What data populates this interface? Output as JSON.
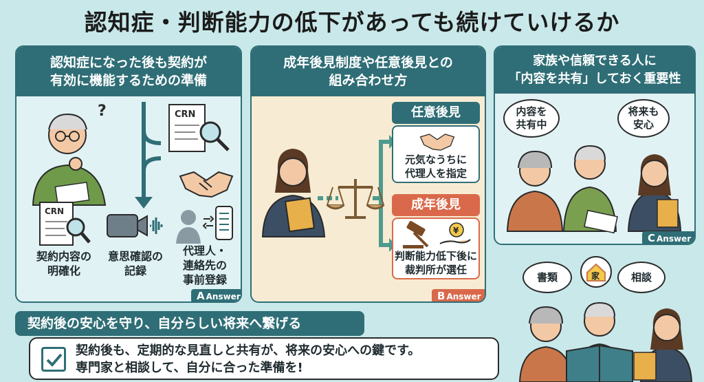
{
  "title": "認知症・判断能力の低下があっても続けていけるか",
  "panel_a": {
    "heading_line1": "認知症になった後も契約が",
    "heading_line2": "有効に機能するための準備",
    "doc_label": "CRN",
    "item1_line1": "契約内容の",
    "item1_line2": "明確化",
    "item2_line1": "意思確認の",
    "item2_line2": "記録",
    "item3_line1": "代理人・",
    "item3_line2": "連絡先の",
    "item3_line3": "事前登録",
    "badge_letter": "A",
    "badge_text": "Answer"
  },
  "panel_b": {
    "heading_line1": "成年後見制度や任意後見との",
    "heading_line2": "組み合わせ方",
    "option1_title": "任意後見",
    "option1_line1": "元気なうちに",
    "option1_line2": "代理人を指定",
    "option2_title": "成年後見",
    "option2_line1": "判断能力低下後に",
    "option2_line2": "裁判所が選任",
    "yen": "¥",
    "badge_letter": "B",
    "badge_text": "Answer"
  },
  "panel_c": {
    "heading_line1": "家族や信頼できる人に",
    "heading_line2": "「内容を共有」しておく重要性",
    "bubble1_line1": "内容を",
    "bubble1_line2": "共有中",
    "bubble2_line1": "将来も",
    "bubble2_line2": "安心",
    "badge_letter": "C",
    "badge_text": "Answer"
  },
  "scene": {
    "bubble_docs": "書類",
    "house": "家",
    "bubble_consult": "相談"
  },
  "footer": {
    "heading": "契約後の安心を守り、自分らしい将来へ繋げる",
    "line1": "契約後も、定期的な見直しと共有が、将来の安心への鍵です。",
    "line2": "専門家と相談して、自分に合った準備を!"
  },
  "colors": {
    "background": "#c9e8ea",
    "teal": "#2f6e76",
    "beige": "#f7ecd3",
    "orange": "#d9694a",
    "green": "#4f9a8f"
  }
}
